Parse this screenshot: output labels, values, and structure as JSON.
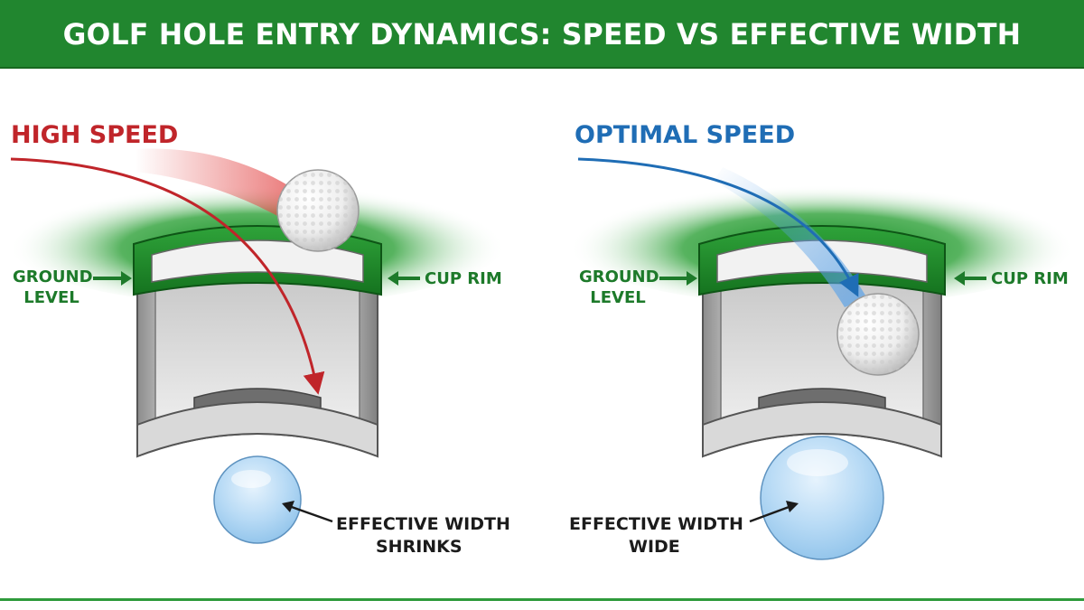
{
  "title": "GOLF HOLE ENTRY DYNAMICS: SPEED VS EFFECTIVE WIDTH",
  "colors": {
    "header_green": "#21862f",
    "high_speed_red": "#c0252a",
    "optimal_speed_blue": "#1f6db5",
    "label_green": "#1d7a2a"
  },
  "panels": {
    "left": {
      "speed_label": "HIGH SPEED",
      "ground_label_line1": "GROUND",
      "ground_label_line2": "LEVEL",
      "rim_label": "CUP RIM",
      "width_label_line1": "EFFECTIVE WIDTH",
      "width_label_line2": "SHRINKS"
    },
    "right": {
      "speed_label": "OPTIMAL SPEED",
      "ground_label_line1": "GROUND",
      "ground_label_line2": "LEVEL",
      "rim_label": "CUP RIM",
      "width_label_line1": "EFFECTIVE WIDTH",
      "width_label_line2": "WIDE"
    }
  }
}
